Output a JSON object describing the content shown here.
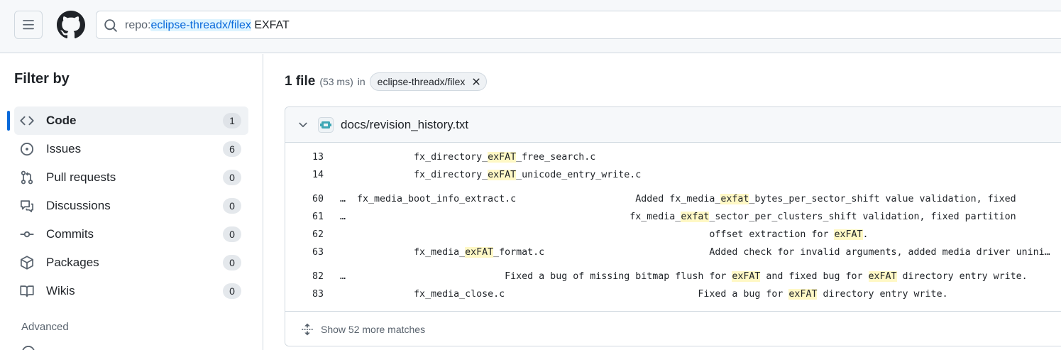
{
  "search": {
    "query_prefix": "repo:",
    "query_repo": "eclipse-threadx/filex",
    "query_term": " EXFAT"
  },
  "sidebar": {
    "title": "Filter by",
    "items": [
      {
        "label": "Code",
        "count": "1",
        "icon": "code-icon",
        "active": true
      },
      {
        "label": "Issues",
        "count": "6",
        "icon": "issue-opened-icon"
      },
      {
        "label": "Pull requests",
        "count": "0",
        "icon": "git-pull-request-icon"
      },
      {
        "label": "Discussions",
        "count": "0",
        "icon": "comment-discussion-icon"
      },
      {
        "label": "Commits",
        "count": "0",
        "icon": "git-commit-icon"
      },
      {
        "label": "Packages",
        "count": "0",
        "icon": "package-icon"
      },
      {
        "label": "Wikis",
        "count": "0",
        "icon": "book-icon"
      }
    ],
    "advanced": "Advanced"
  },
  "results": {
    "count": "1 file",
    "time": "(53 ms)",
    "in": "in",
    "repo_chip": "eclipse-threadx/filex"
  },
  "file": {
    "path": "docs/revision_history.txt",
    "show_more": "Show 52 more matches",
    "lines": [
      {
        "n": "13",
        "ellipsis": "",
        "parts": [
          [
            "          fx_directory_",
            false
          ],
          [
            "exFAT",
            true
          ],
          [
            "_free_search.c",
            false
          ]
        ]
      },
      {
        "n": "14",
        "ellipsis": "",
        "parts": [
          [
            "          fx_directory_",
            false
          ],
          [
            "exFAT",
            true
          ],
          [
            "_unicode_entry_write.c",
            false
          ]
        ]
      },
      {
        "n": "60",
        "ellipsis": "…",
        "parts": [
          [
            "fx_media_boot_info_extract.c                     Added fx_media_",
            false
          ],
          [
            "exfat",
            true
          ],
          [
            "_bytes_per_sector_shift value validation, fixed",
            false
          ]
        ]
      },
      {
        "n": "61",
        "ellipsis": "…",
        "parts": [
          [
            "                                                fx_media_",
            false
          ],
          [
            "exfat",
            true
          ],
          [
            "_sector_per_clusters_shift validation, fixed partition",
            false
          ]
        ]
      },
      {
        "n": "62",
        "ellipsis": "",
        "parts": [
          [
            "                                                              offset extraction for ",
            false
          ],
          [
            "exFAT",
            true
          ],
          [
            ".",
            false
          ]
        ]
      },
      {
        "n": "63",
        "ellipsis": "",
        "parts": [
          [
            "          fx_media_",
            false
          ],
          [
            "exFAT",
            true
          ],
          [
            "_format.c                             Added check for invalid arguments, added media driver unini…",
            false
          ]
        ]
      },
      {
        "n": "82",
        "ellipsis": "…",
        "parts": [
          [
            "                          Fixed a bug of missing bitmap flush for ",
            false
          ],
          [
            "exFAT",
            true
          ],
          [
            " and fixed bug for ",
            false
          ],
          [
            "exFAT",
            true
          ],
          [
            " directory entry write.",
            false
          ]
        ]
      },
      {
        "n": "83",
        "ellipsis": "",
        "parts": [
          [
            "          fx_media_close.c                                  Fixed a bug for ",
            false
          ],
          [
            "exFAT",
            true
          ],
          [
            " directory entry write.",
            false
          ]
        ]
      }
    ]
  }
}
